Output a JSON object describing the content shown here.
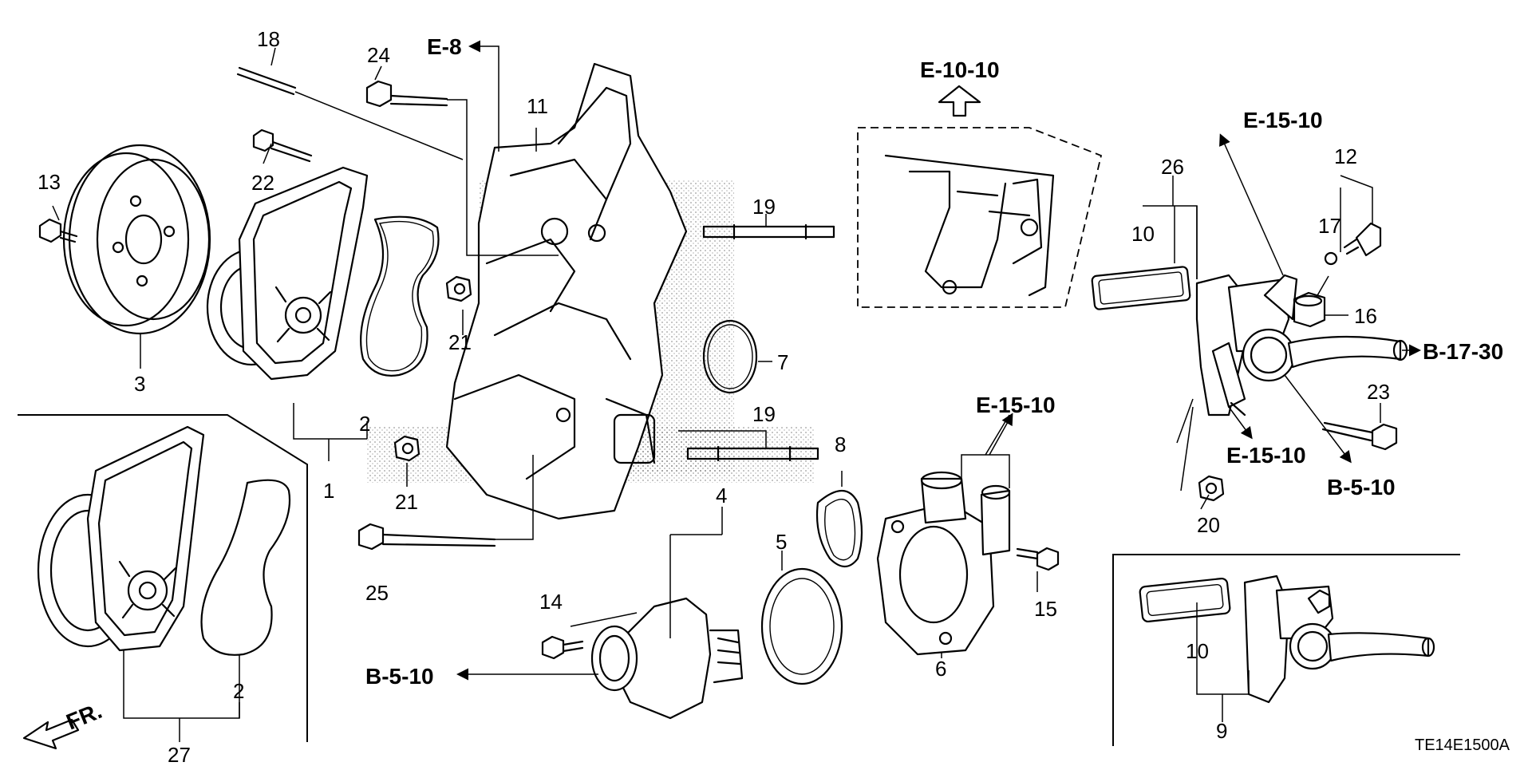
{
  "diagram": {
    "code": "TE14E1500A",
    "front_label": "FR."
  },
  "callouts": {
    "n1": "1",
    "n2a": "2",
    "n2b": "2",
    "n3": "3",
    "n4": "4",
    "n5": "5",
    "n6": "6",
    "n7": "7",
    "n8": "8",
    "n9": "9",
    "n10a": "10",
    "n10b": "10",
    "n11": "11",
    "n12": "12",
    "n13": "13",
    "n14": "14",
    "n15": "15",
    "n16": "16",
    "n17": "17",
    "n18": "18",
    "n19a": "19",
    "n19b": "19",
    "n20": "20",
    "n21a": "21",
    "n21b": "21",
    "n22": "22",
    "n23": "23",
    "n24": "24",
    "n25": "25",
    "n26": "26",
    "n27": "27"
  },
  "references": {
    "e8": "E-8",
    "e10_10": "E-10-10",
    "e15_10_top": "E-15-10",
    "e15_10_mid": "E-15-10",
    "e15_10_right": "E-15-10",
    "b17_30": "B-17-30",
    "b5_10_right": "B-5-10",
    "b5_10_left": "B-5-10"
  }
}
